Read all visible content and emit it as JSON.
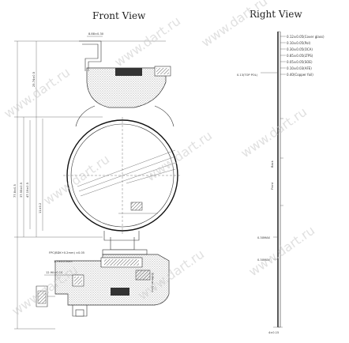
{
  "titles": {
    "front": "Front View",
    "right": "Right View"
  },
  "watermark": "www.dart.ru",
  "front_view": {
    "top_dim": "8.88±0.30",
    "vertical_dims": [
      "77.8±0.5",
      "37.55±0.5",
      "47.19±0.5",
      "25.74±0.5",
      "11±0.2"
    ],
    "notes": [
      "FPC(BDK+0.2mm) ±0.05",
      "1.5±0.05mm",
      "12.90±0.10"
    ],
    "component_label": "Stiffener Area"
  },
  "right_view": {
    "layers": [
      "0.12±0.05(Cover glass)",
      "0.10±0.05(Pol)",
      "0.30±0.05(OCA)",
      "0.85±0.05(LTPS)",
      "0.05±0.05(SOE)",
      "0.10±0.03(AFE)",
      "0.40(Copper foil)"
    ],
    "tolerance_label": "0.13(TOP POL)",
    "side_labels": [
      "Front",
      "Back"
    ],
    "bottom_dims": [
      "0.30MAX",
      "0.30MAX"
    ],
    "total": "4±0.15"
  },
  "colors": {
    "line": "#333333",
    "watermark": "#c8c8c8",
    "hatch": "#777777"
  }
}
